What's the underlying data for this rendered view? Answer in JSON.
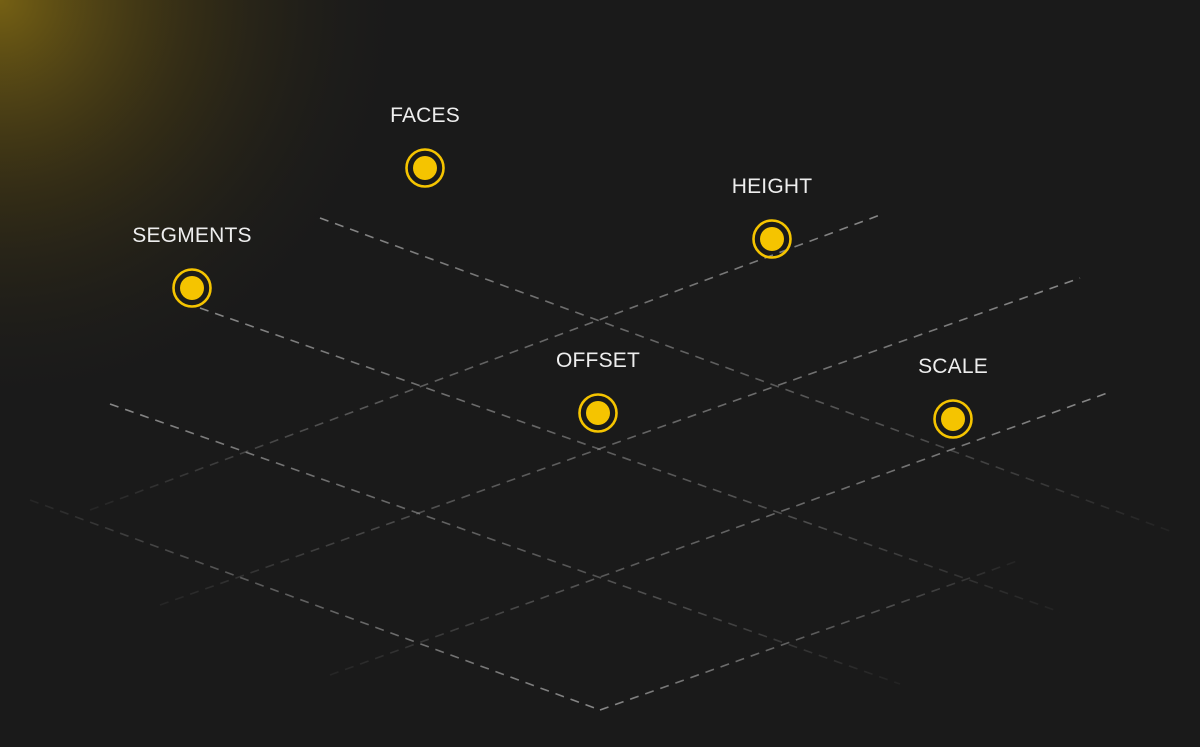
{
  "pins": [
    {
      "id": "segments",
      "label": "SEGMENTS"
    },
    {
      "id": "faces",
      "label": "FACES"
    },
    {
      "id": "height",
      "label": "HEIGHT"
    },
    {
      "id": "offset",
      "label": "OFFSET"
    },
    {
      "id": "scale",
      "label": "SCALE"
    }
  ],
  "colors": {
    "background": "#1a1a1a",
    "accent": "#f5c400",
    "grid_line": "#8a8a8a",
    "label": "#eeeeee",
    "glow": "#7a6414"
  }
}
